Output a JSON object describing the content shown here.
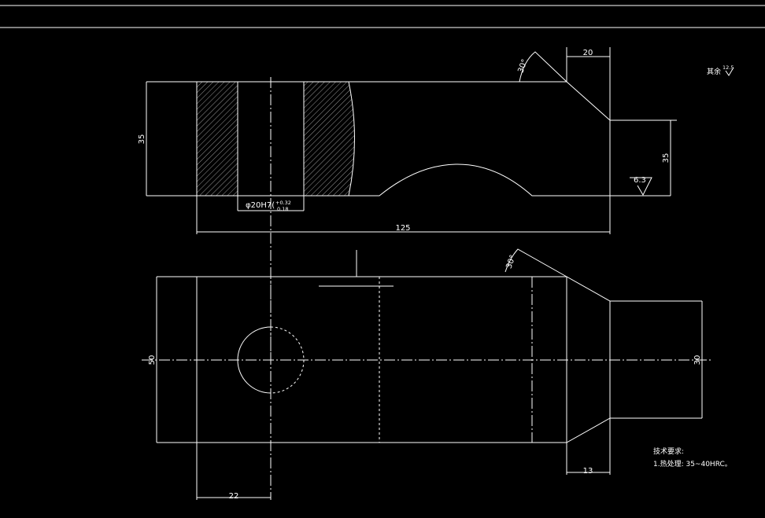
{
  "dimensions": {
    "height_left": "35",
    "width_top_right": "20",
    "height_right": "35",
    "total_length": "125",
    "bore": "φ20H7(",
    "tol_upper": "+0.32",
    "tol_lower": "0.18",
    "width_plan": "50",
    "neck_width": "30",
    "neck_length": "13",
    "hole_offset": "22",
    "angle_top": "30°",
    "angle_plan": "30°"
  },
  "roughness": {
    "local": "6.3",
    "general_prefix": "其余",
    "general_value": "12.5"
  },
  "notes": {
    "title": "技术要求:",
    "item1": "1.热处理: 35~40HRC。"
  },
  "colors": {
    "background": "#000000",
    "lines": "#ffffff"
  }
}
